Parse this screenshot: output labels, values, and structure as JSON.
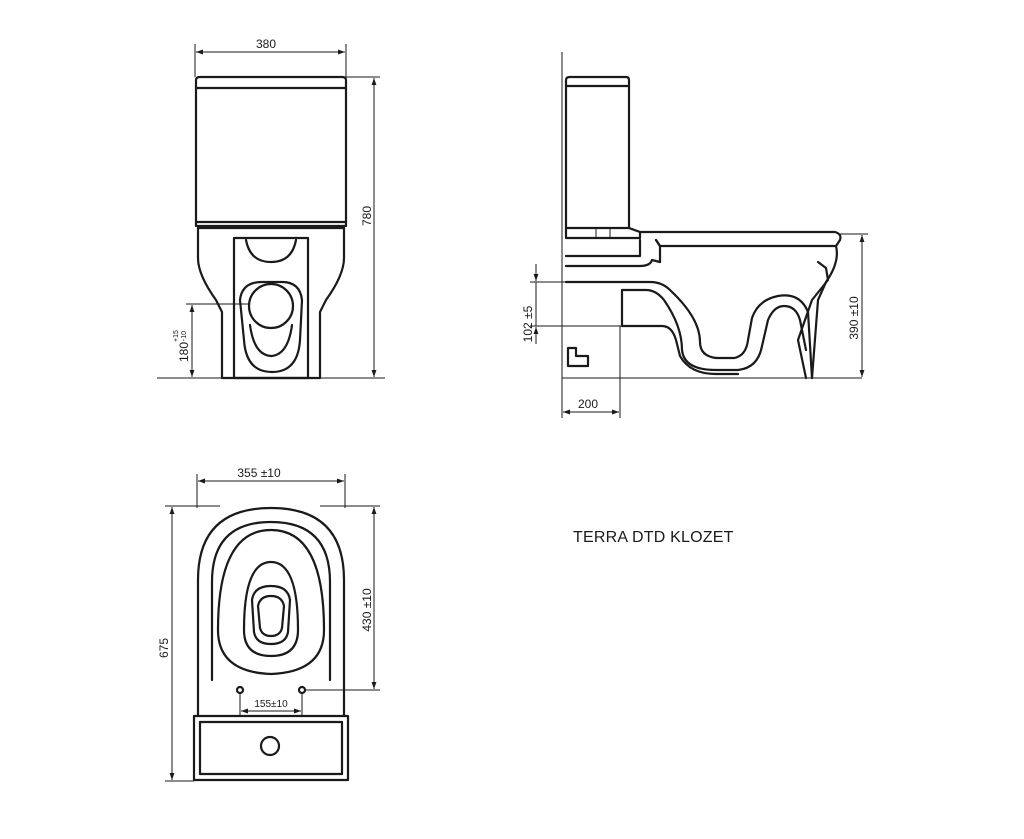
{
  "title": "TERRA DTD KLOZET",
  "front_view": {
    "width_dim": "380",
    "height_dim": "780",
    "outlet_height_dim": "180",
    "outlet_tol_plus": "+15",
    "outlet_tol_minus": "-10"
  },
  "side_view": {
    "outlet_offset_dim": "102 ±5",
    "seat_height_dim": "390 ±10",
    "wall_distance_dim": "200"
  },
  "top_view": {
    "width_dim": "355 ±10",
    "length_dim": "675",
    "bolt_distance_dim": "430 ±10",
    "bolt_spacing_dim": "155±10"
  }
}
